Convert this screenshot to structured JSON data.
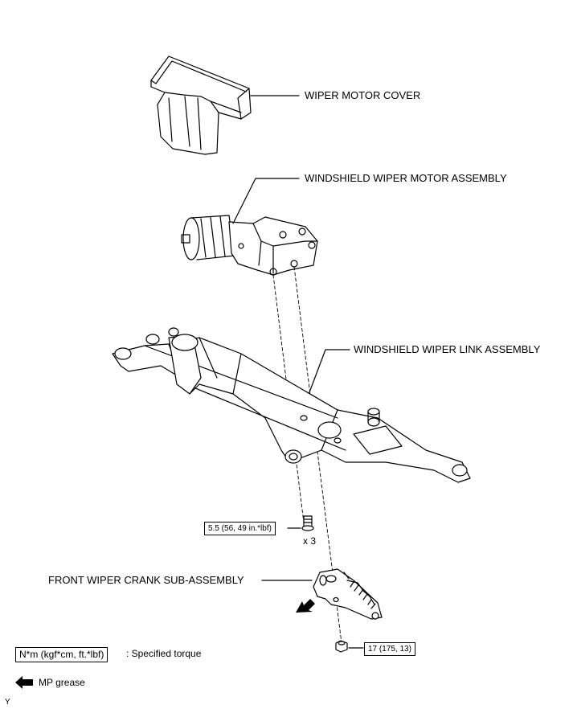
{
  "labels": {
    "wiper_motor_cover": "WIPER MOTOR COVER",
    "wiper_motor_assembly": "WINDSHIELD WIPER MOTOR ASSEMBLY",
    "wiper_link_assembly": "WINDSHIELD WIPER LINK ASSEMBLY",
    "front_wiper_crank": "FRONT WIPER CRANK SUB-ASSEMBLY"
  },
  "torque": {
    "bolt_value": "5.5 (56, 49 in.*lbf)",
    "bolt_qty": "x 3",
    "nut_value": "17 (175, 13)"
  },
  "legend": {
    "torque_unit": "N*m (kgf*cm, ft.*lbf)",
    "torque_desc": ": Specified torque",
    "grease_desc": "MP grease"
  },
  "corner_mark": "Y"
}
